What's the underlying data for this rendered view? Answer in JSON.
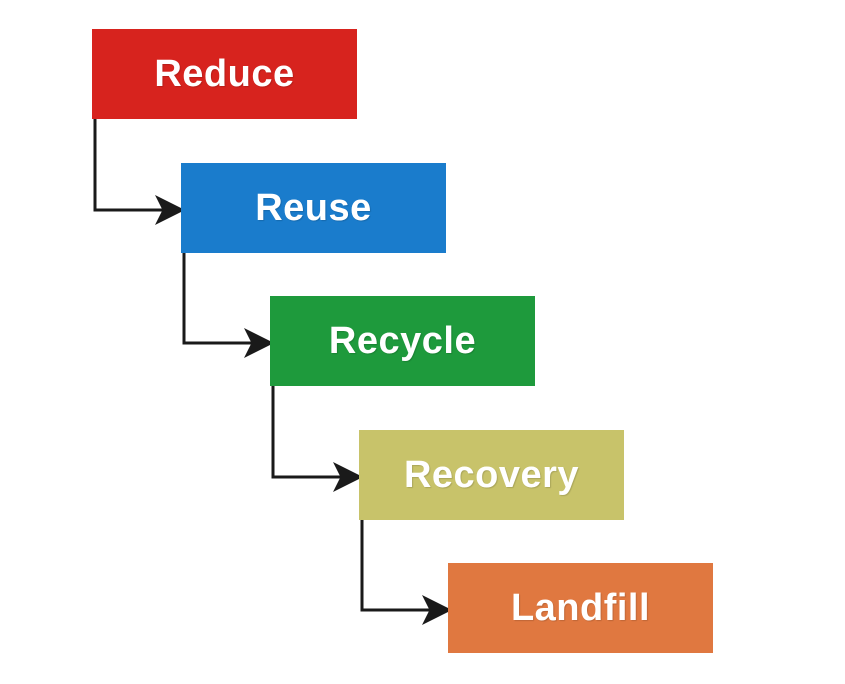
{
  "diagram": {
    "steps": [
      {
        "label": "Reduce",
        "color": "#d7231e"
      },
      {
        "label": "Reuse",
        "color": "#1a7ccc"
      },
      {
        "label": "Recycle",
        "color": "#1e9a3c"
      },
      {
        "label": "Recovery",
        "color": "#c8c36a"
      },
      {
        "label": "Landfill",
        "color": "#e07840"
      }
    ],
    "connector_color": "#1a1a1a"
  }
}
